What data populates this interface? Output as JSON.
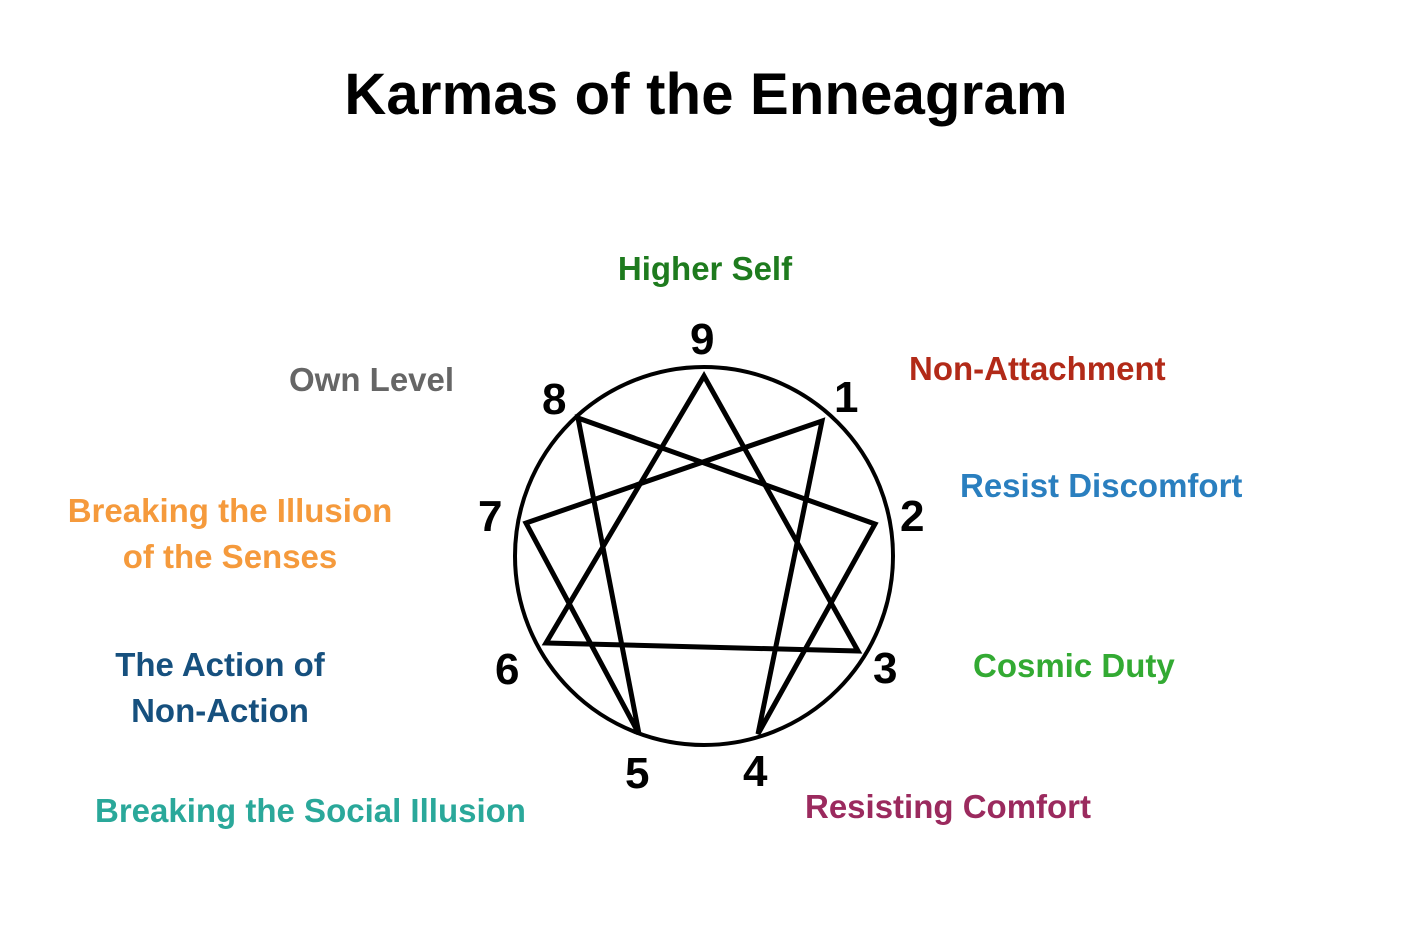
{
  "title": "Karmas of the Enneagram",
  "points": [
    {
      "number": "9",
      "karma": [
        "Higher Self"
      ],
      "color": "#1e7b1e"
    },
    {
      "number": "1",
      "karma": [
        "Non-Attachment"
      ],
      "color": "#b22a18"
    },
    {
      "number": "2",
      "karma": [
        "Resist Discomfort"
      ],
      "color": "#2a7fbf"
    },
    {
      "number": "3",
      "karma": [
        "Cosmic Duty"
      ],
      "color": "#33aa33"
    },
    {
      "number": "4",
      "karma": [
        "Resisting Comfort"
      ],
      "color": "#9b2a5e"
    },
    {
      "number": "5",
      "karma": [
        "Breaking the Social Illusion"
      ],
      "color": "#2aa89a"
    },
    {
      "number": "6",
      "karma": [
        "The Action of",
        "Non-Action"
      ],
      "color": "#16507e"
    },
    {
      "number": "7",
      "karma": [
        "Breaking the Illusion",
        "of the Senses"
      ],
      "color": "#f59a3c"
    },
    {
      "number": "8",
      "karma": [
        "Own Level"
      ],
      "color": "#666666"
    }
  ],
  "line_color": "#000000"
}
